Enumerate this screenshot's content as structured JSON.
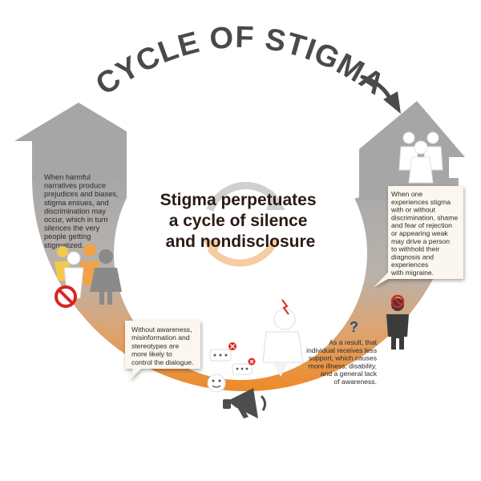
{
  "title": "CYCLE OF STIGMA",
  "center": {
    "line1": "Stigma perpetuates",
    "line2": "a cycle of silence",
    "line3": "and nondisclosure"
  },
  "left_text": [
    "When harmful",
    "narratives produce",
    "prejudices and biases,",
    "stigma ensues, and",
    "discrimination may",
    "occur, which in turn",
    "silences the very",
    "people getting",
    "stigmatized."
  ],
  "right_box": [
    "When one",
    "experiences stigma",
    "with or without",
    "discrimination, shame",
    "and fear of rejection",
    "or appearing weak",
    "may drive a person",
    "to withhold their",
    "diagnosis and",
    "experiences",
    "with migraine."
  ],
  "bottom_left_box": [
    "Without awareness,",
    "misinformation and",
    "stereotypes are",
    "more likely to",
    "control the dialogue."
  ],
  "bottom_right_text": [
    "As a result, that",
    "individual receives less",
    "support, which causes",
    "more illness, disability,",
    "and a general lack",
    "of awareness."
  ],
  "question_mark": "?",
  "colors": {
    "ring_top": "#a3a3a3",
    "ring_bottom": "#ee8c2a",
    "title_gray": "#4a4a4a",
    "center_text": "#2a1a14",
    "no_symbol_red": "#d8261f",
    "figure_dark": "#3b3b3b"
  },
  "icons": [
    "curved-arrow-icon",
    "refresh-cycle-icon",
    "people-group-icon",
    "no-symbol-icon",
    "standing-person-icon",
    "headache-person-icon",
    "question-mark-icon",
    "chat-bubble-icon",
    "smiley-face-icon",
    "megaphone-icon"
  ]
}
